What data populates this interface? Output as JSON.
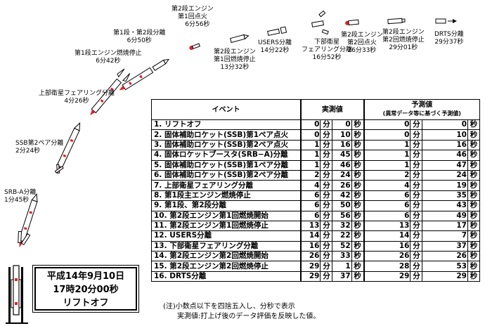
{
  "labels": {
    "srba_sep": [
      "SRB-A分離",
      "1分45秒"
    ],
    "ssb2_sep": [
      "SSB第2ペア分離",
      "2分24秒"
    ],
    "fairing_sep": [
      "上部衛星フェアリング分離",
      "4分26秒"
    ],
    "meco": [
      "第1段エンジン燃焼停止",
      "6分42秒"
    ],
    "stage_sep": [
      "第1段・第2段分離",
      "6分50秒"
    ],
    "ign1": [
      "第2段エンジン",
      "第1回点火",
      "6分56秒"
    ],
    "seco1": [
      "第2段エンジン",
      "第1回燃焼停止",
      "13分32秒"
    ],
    "users_sep": [
      "USERS分離",
      "14分22秒"
    ],
    "lower_fairing": [
      "下部衛星",
      "フェアリング分離",
      "16分52秒"
    ],
    "ign2": [
      "第2段エンジン",
      "第2回点火",
      "26分33秒"
    ],
    "seco2": [
      "第2段エンジン",
      "第2回燃焼停止",
      "29分01秒"
    ],
    "drts_sep": [
      "DRTS分離",
      "29分37秒"
    ]
  },
  "table": {
    "col_event": "イベント",
    "col_actual": "実測値",
    "col_pred": "予測値",
    "col_pred_sub": "(異常データ等に基づく予測値)",
    "unit_min": "分",
    "unit_sec": "秒",
    "rows": [
      {
        "event": "1. リフトオフ",
        "a_min": "0",
        "a_sec": "0",
        "p_min": "0",
        "p_sec": "0"
      },
      {
        "event": "2. 固体補助ロケット(SSB)第1ペア点火",
        "a_min": "0",
        "a_sec": "10",
        "p_min": "0",
        "p_sec": "10"
      },
      {
        "event": "3. 固体補助ロケット(SSB)第2ペア点火",
        "a_min": "1",
        "a_sec": "16",
        "p_min": "1",
        "p_sec": "16"
      },
      {
        "event": "4. 固体ロケットブースタ(SRB−A)分離",
        "a_min": "1",
        "a_sec": "45",
        "p_min": "1",
        "p_sec": "46"
      },
      {
        "event": "5. 固体補助ロケット(SSB)第1ペア分離",
        "a_min": "1",
        "a_sec": "46",
        "p_min": "1",
        "p_sec": "47"
      },
      {
        "event": "6. 固体補助ロケット(SSB)第2ペア分離",
        "a_min": "2",
        "a_sec": "24",
        "p_min": "2",
        "p_sec": "24"
      },
      {
        "event": "7. 上部衛星フェアリング分離",
        "a_min": "4",
        "a_sec": "26",
        "p_min": "4",
        "p_sec": "19"
      },
      {
        "event": "8. 第1段主エンジン燃焼停止",
        "a_min": "6",
        "a_sec": "42",
        "p_min": "6",
        "p_sec": "35"
      },
      {
        "event": "9. 第1段、第2段分離",
        "a_min": "6",
        "a_sec": "50",
        "p_min": "6",
        "p_sec": "43"
      },
      {
        "event": "10. 第2段エンジン第1回燃焼開始",
        "a_min": "6",
        "a_sec": "56",
        "p_min": "6",
        "p_sec": "49"
      },
      {
        "event": "11. 第2段エンジン第1回燃焼停止",
        "a_min": "13",
        "a_sec": "32",
        "p_min": "13",
        "p_sec": "17"
      },
      {
        "event": "12. USERS分離",
        "a_min": "14",
        "a_sec": "22",
        "p_min": "14",
        "p_sec": "7"
      },
      {
        "event": "13. 下部衛星フェアリング分離",
        "a_min": "16",
        "a_sec": "52",
        "p_min": "16",
        "p_sec": "37"
      },
      {
        "event": "14. 第2段エンジン第2回燃焼開始",
        "a_min": "26",
        "a_sec": "33",
        "p_min": "26",
        "p_sec": "26"
      },
      {
        "event": "15. 第2段エンジン第2回燃焼停止",
        "a_min": "29",
        "a_sec": "1",
        "p_min": "28",
        "p_sec": "53"
      },
      {
        "event": "16. DRTS分離",
        "a_min": "29",
        "a_sec": "37",
        "p_min": "29",
        "p_sec": "29"
      }
    ]
  },
  "launch": {
    "line1": "平成14年9月10日",
    "line2": "17時20分00秒",
    "line3": "リフトオフ"
  },
  "note": {
    "line1": "(注)小数点以下を四捨五入し、分秒で表示",
    "line2": "　　実測値:打上げ後のデータ評価を反映した値。"
  },
  "colors": {
    "flame": "#e0202a",
    "body": "#ffffff",
    "outline": "#000000"
  }
}
